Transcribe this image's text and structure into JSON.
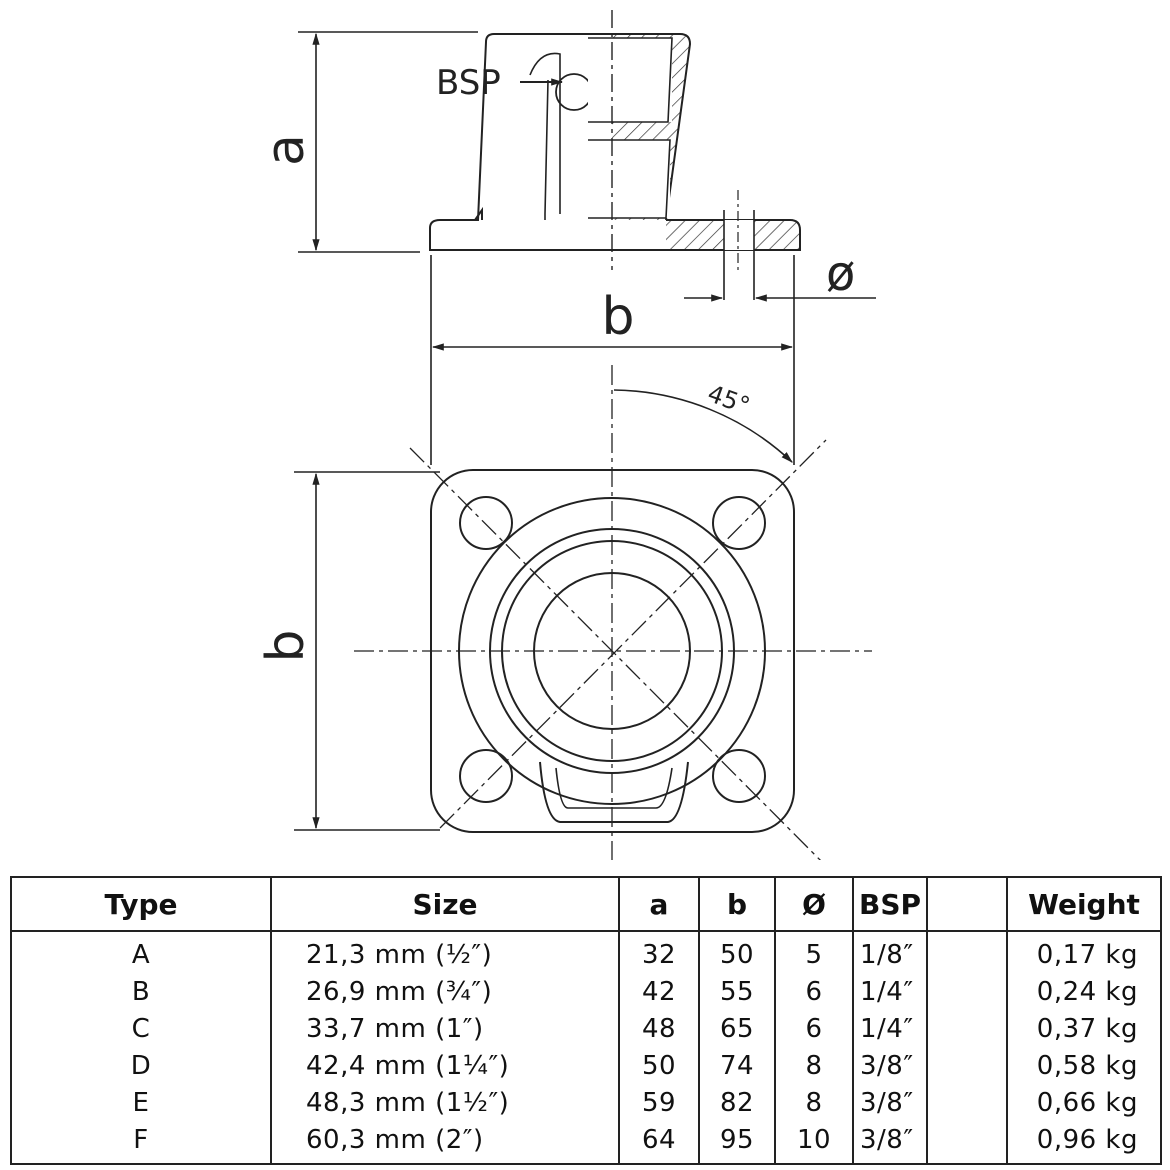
{
  "labels": {
    "bsp": "BSP",
    "a": "a",
    "b_top": "b",
    "b_side": "b",
    "diameter": "ø",
    "angle": "45°"
  },
  "table": {
    "headers": {
      "type": "Type",
      "size": "Size",
      "a": "a",
      "b": "b",
      "diameter": "Ø",
      "bsp": "BSP",
      "blank": "",
      "weight": "Weight"
    },
    "rows": [
      {
        "type": "A",
        "size": "21,3 mm (½″)",
        "a": "32",
        "b": "50",
        "d": "5",
        "bsp": "1/8″",
        "weight": "0,17 kg"
      },
      {
        "type": "B",
        "size": "26,9 mm (¾″)",
        "a": "42",
        "b": "55",
        "d": "6",
        "bsp": "1/4″",
        "weight": "0,24 kg"
      },
      {
        "type": "C",
        "size": "33,7 mm (1″)",
        "a": "48",
        "b": "65",
        "d": "6",
        "bsp": "1/4″",
        "weight": "0,37 kg"
      },
      {
        "type": "D",
        "size": "42,4 mm (1¼″)",
        "a": "50",
        "b": "74",
        "d": "8",
        "bsp": "3/8″",
        "weight": "0,58 kg"
      },
      {
        "type": "E",
        "size": "48,3 mm (1½″)",
        "a": "59",
        "b": "82",
        "d": "8",
        "bsp": "3/8″",
        "weight": "0,66 kg"
      },
      {
        "type": "F",
        "size": "60,3 mm (2″)",
        "a": "64",
        "b": "95",
        "d": "10",
        "bsp": "3/8″",
        "weight": "0,96 kg"
      }
    ]
  }
}
